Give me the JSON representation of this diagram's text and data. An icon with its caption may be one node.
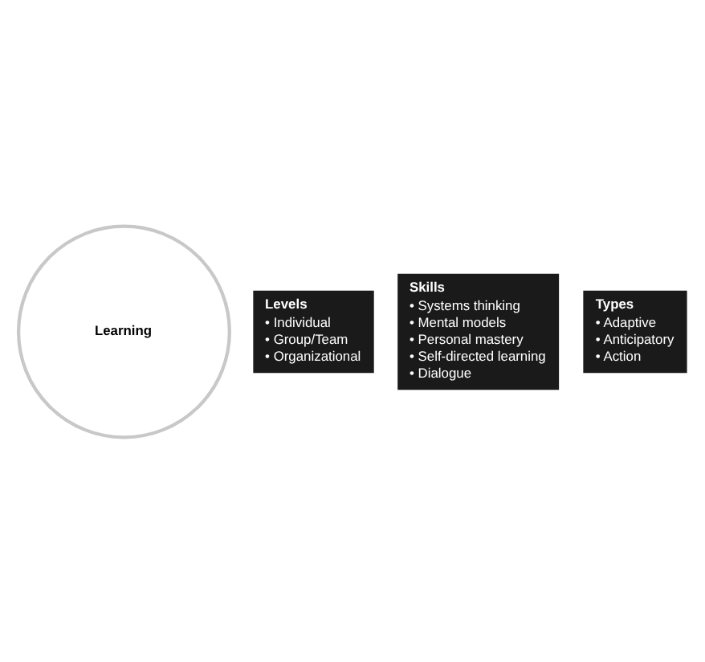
{
  "diagram": {
    "nodes": [
      {
        "text": [
          "Learning"
        ]
      },
      {
        "text": [
          "Levels",
          "• Individual",
          "• Group/Team",
          "• Organizational"
        ]
      },
      {
        "text": [
          "Skills",
          "• Systems thinking",
          "• Mental models",
          "• Personal mastery",
          "• Self-directed learning",
          "• Dialogue"
        ]
      },
      {
        "text": [
          "Types",
          "• Adaptive",
          "• Anticipatory",
          "• Action"
        ]
      }
    ]
  }
}
